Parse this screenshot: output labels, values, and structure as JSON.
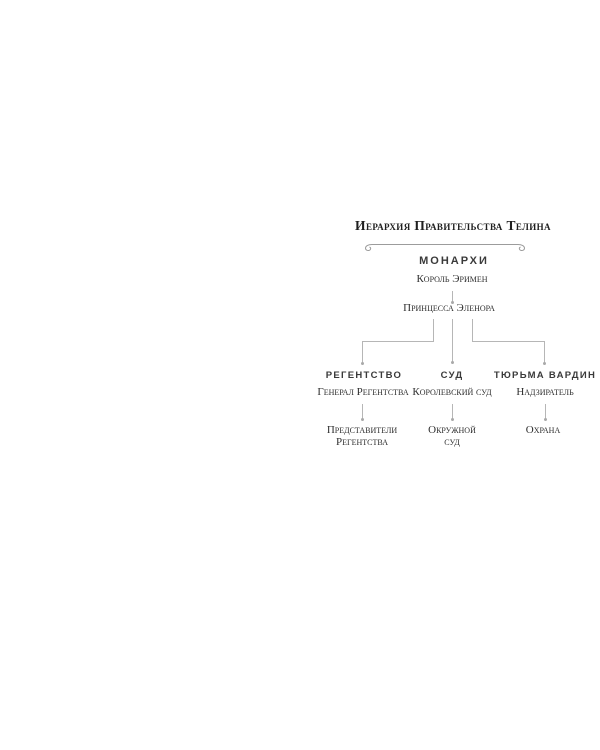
{
  "diagram": {
    "title": "Иерархия Правительства Телина",
    "monarchs": {
      "header": "МОНАРХИ",
      "king": "Король Эримен",
      "princess": "Принцесса Эленора"
    },
    "branches": {
      "regency": {
        "header": "РЕГЕНТСТВО",
        "level1": "Генерал Регентства",
        "level2": "Представители\nРегентства"
      },
      "court": {
        "header": "СУД",
        "level1": "Королевский суд",
        "level2": "Окружной\nсуд"
      },
      "prison": {
        "header": "ТЮРЬМА ВАРДИН",
        "level1": "Надзиратель",
        "level2": "Охрана"
      }
    },
    "colors": {
      "background": "#ffffff",
      "title_text": "#1f1f1f",
      "section_text": "#3a3a3a",
      "node_text": "#2e2e2e",
      "connector_line": "#b6b6b6",
      "divider_flourish": "#9c9c9c"
    }
  }
}
